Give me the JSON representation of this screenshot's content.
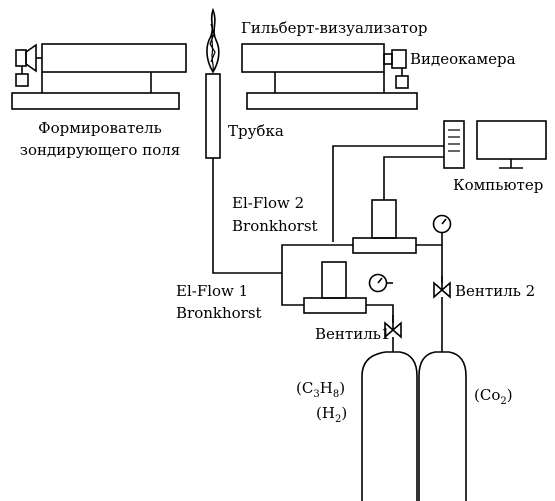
{
  "labels": {
    "hilbert_visualizer": "Гильберт-визуализатор",
    "video_camera": "Видеокамера",
    "probe_field_former_line1": "Формирователь",
    "probe_field_former_line2": "зондирующего поля",
    "tube": "Трубка",
    "computer": "Компьютер",
    "elflow2_line1": "El-Flow 2",
    "elflow2_line2": "Bronkhorst",
    "elflow1_line1": "El-Flow 1",
    "elflow1_line2": "Bronkhorst",
    "valve1": "Вентиль1",
    "valve2": "Вентиль 2"
  },
  "gases": {
    "propane_open": "(C",
    "propane_sub1": "3",
    "propane_mid": "H",
    "propane_sub2": "8",
    "propane_close": ")",
    "hydrogen_open": "(H",
    "hydrogen_sub": "2",
    "hydrogen_close": ")",
    "co2_open": "(Co",
    "co2_sub": "2",
    "co2_close": ")"
  }
}
